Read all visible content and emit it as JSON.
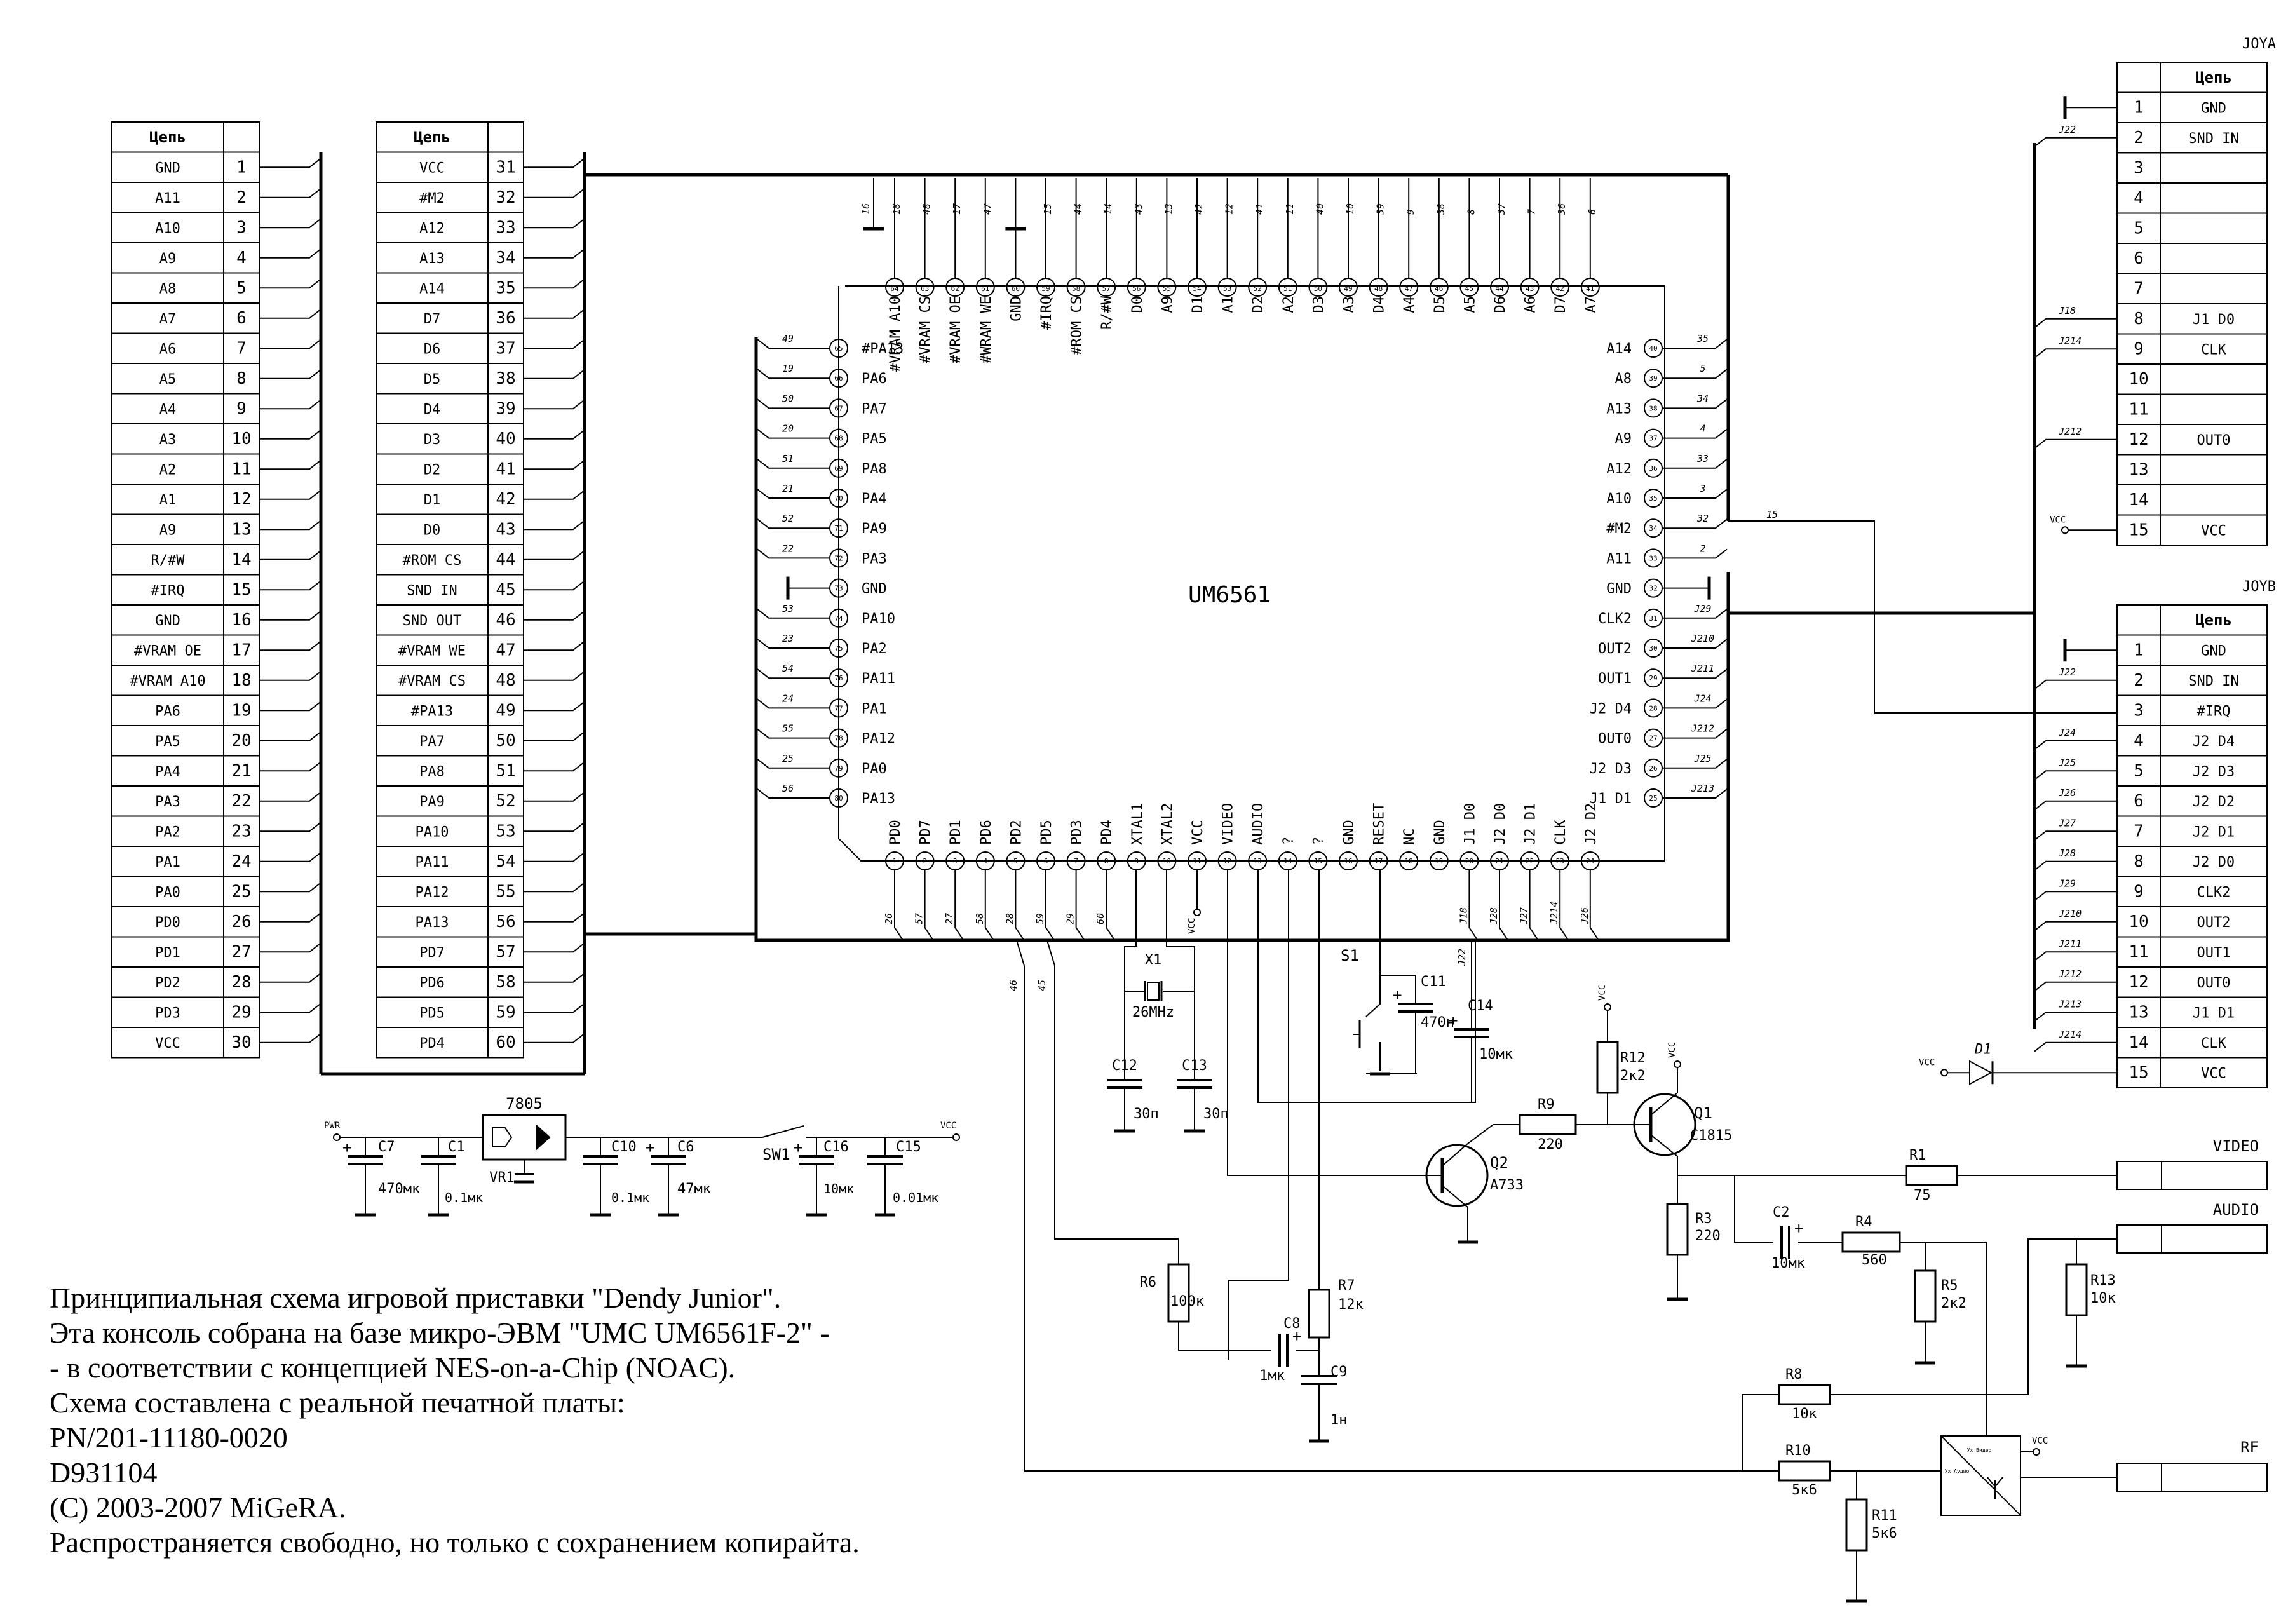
{
  "connector_left": {
    "header": "Цепь",
    "col1": [
      {
        "pin": "1",
        "net": "GND"
      },
      {
        "pin": "2",
        "net": "A11"
      },
      {
        "pin": "3",
        "net": "A10"
      },
      {
        "pin": "4",
        "net": "A9"
      },
      {
        "pin": "5",
        "net": "A8"
      },
      {
        "pin": "6",
        "net": "A7"
      },
      {
        "pin": "7",
        "net": "A6"
      },
      {
        "pin": "8",
        "net": "A5"
      },
      {
        "pin": "9",
        "net": "A4"
      },
      {
        "pin": "10",
        "net": "A3"
      },
      {
        "pin": "11",
        "net": "A2"
      },
      {
        "pin": "12",
        "net": "A1"
      },
      {
        "pin": "13",
        "net": "A9"
      },
      {
        "pin": "14",
        "net": "R/#W"
      },
      {
        "pin": "15",
        "net": "#IRQ"
      },
      {
        "pin": "16",
        "net": "GND"
      },
      {
        "pin": "17",
        "net": "#VRAM OE"
      },
      {
        "pin": "18",
        "net": "#VRAM A10"
      },
      {
        "pin": "19",
        "net": "PA6"
      },
      {
        "pin": "20",
        "net": "PA5"
      },
      {
        "pin": "21",
        "net": "PA4"
      },
      {
        "pin": "22",
        "net": "PA3"
      },
      {
        "pin": "23",
        "net": "PA2"
      },
      {
        "pin": "24",
        "net": "PA1"
      },
      {
        "pin": "25",
        "net": "PA0"
      },
      {
        "pin": "26",
        "net": "PD0"
      },
      {
        "pin": "27",
        "net": "PD1"
      },
      {
        "pin": "28",
        "net": "PD2"
      },
      {
        "pin": "29",
        "net": "PD3"
      },
      {
        "pin": "30",
        "net": "VCC"
      }
    ],
    "col2": [
      {
        "pin": "31",
        "net": "VCC"
      },
      {
        "pin": "32",
        "net": "#M2"
      },
      {
        "pin": "33",
        "net": "A12"
      },
      {
        "pin": "34",
        "net": "A13"
      },
      {
        "pin": "35",
        "net": "A14"
      },
      {
        "pin": "36",
        "net": "D7"
      },
      {
        "pin": "37",
        "net": "D6"
      },
      {
        "pin": "38",
        "net": "D5"
      },
      {
        "pin": "39",
        "net": "D4"
      },
      {
        "pin": "40",
        "net": "D3"
      },
      {
        "pin": "41",
        "net": "D2"
      },
      {
        "pin": "42",
        "net": "D1"
      },
      {
        "pin": "43",
        "net": "D0"
      },
      {
        "pin": "44",
        "net": "#ROM CS"
      },
      {
        "pin": "45",
        "net": "SND IN"
      },
      {
        "pin": "46",
        "net": "SND OUT"
      },
      {
        "pin": "47",
        "net": "#VRAM WE"
      },
      {
        "pin": "48",
        "net": "#VRAM CS"
      },
      {
        "pin": "49",
        "net": "#PA13"
      },
      {
        "pin": "50",
        "net": "PA7"
      },
      {
        "pin": "51",
        "net": "PA8"
      },
      {
        "pin": "52",
        "net": "PA9"
      },
      {
        "pin": "53",
        "net": "PA10"
      },
      {
        "pin": "54",
        "net": "PA11"
      },
      {
        "pin": "55",
        "net": "PA12"
      },
      {
        "pin": "56",
        "net": "PA13"
      },
      {
        "pin": "57",
        "net": "PD7"
      },
      {
        "pin": "58",
        "net": "PD6"
      },
      {
        "pin": "59",
        "net": "PD5"
      },
      {
        "pin": "60",
        "net": "PD4"
      }
    ]
  },
  "joya": {
    "title": "JOYA",
    "header": "Цепь",
    "rows": [
      {
        "pin": "1",
        "net": "GND"
      },
      {
        "pin": "2",
        "net": "SND IN"
      },
      {
        "pin": "3",
        "net": ""
      },
      {
        "pin": "4",
        "net": ""
      },
      {
        "pin": "5",
        "net": ""
      },
      {
        "pin": "6",
        "net": ""
      },
      {
        "pin": "7",
        "net": ""
      },
      {
        "pin": "8",
        "net": "J1 D0"
      },
      {
        "pin": "9",
        "net": "CLK"
      },
      {
        "pin": "10",
        "net": ""
      },
      {
        "pin": "11",
        "net": ""
      },
      {
        "pin": "12",
        "net": "OUT0"
      },
      {
        "pin": "13",
        "net": ""
      },
      {
        "pin": "14",
        "net": ""
      },
      {
        "pin": "15",
        "net": "VCC"
      }
    ],
    "wire_labels": [
      "J22",
      "J18",
      "J214",
      "J212",
      "VCC"
    ]
  },
  "joyb": {
    "title": "JOYB",
    "header": "Цепь",
    "rows": [
      {
        "pin": "1",
        "net": "GND"
      },
      {
        "pin": "2",
        "net": "SND IN"
      },
      {
        "pin": "3",
        "net": "#IRQ"
      },
      {
        "pin": "4",
        "net": "J2 D4"
      },
      {
        "pin": "5",
        "net": "J2 D3"
      },
      {
        "pin": "6",
        "net": "J2 D2"
      },
      {
        "pin": "7",
        "net": "J2 D1"
      },
      {
        "pin": "8",
        "net": "J2 D0"
      },
      {
        "pin": "9",
        "net": "CLK2"
      },
      {
        "pin": "10",
        "net": "OUT2"
      },
      {
        "pin": "11",
        "net": "OUT1"
      },
      {
        "pin": "12",
        "net": "OUT0"
      },
      {
        "pin": "13",
        "net": "J1 D1"
      },
      {
        "pin": "14",
        "net": "CLK"
      },
      {
        "pin": "15",
        "net": "VCC"
      }
    ],
    "wire_labels": [
      "J22",
      "J24",
      "J25",
      "J26",
      "J27",
      "J28",
      "J29",
      "J210",
      "J211",
      "J212",
      "J213",
      "J214"
    ]
  },
  "chip": {
    "name": "UM6561",
    "top": [
      {
        "pin": "64",
        "name": "#VRAM A10",
        "net": "18"
      },
      {
        "pin": "63",
        "name": "#VRAM CS",
        "net": "48"
      },
      {
        "pin": "62",
        "name": "#VRAM OE",
        "net": "17"
      },
      {
        "pin": "61",
        "name": "#WRAM WE",
        "net": "47"
      },
      {
        "pin": "60",
        "name": "GND",
        "net": ""
      },
      {
        "pin": "59",
        "name": "#IRQ",
        "net": "15"
      },
      {
        "pin": "58",
        "name": "#ROM CS",
        "net": "44"
      },
      {
        "pin": "57",
        "name": "R/#W",
        "net": "14"
      },
      {
        "pin": "56",
        "name": "D0",
        "net": "43"
      },
      {
        "pin": "55",
        "name": "A9",
        "net": "13"
      },
      {
        "pin": "54",
        "name": "D1",
        "net": "42"
      },
      {
        "pin": "53",
        "name": "A1",
        "net": "12"
      },
      {
        "pin": "52",
        "name": "D2",
        "net": "41"
      },
      {
        "pin": "51",
        "name": "A2",
        "net": "11"
      },
      {
        "pin": "50",
        "name": "D3",
        "net": "40"
      },
      {
        "pin": "49",
        "name": "A3",
        "net": "10"
      },
      {
        "pin": "48",
        "name": "D4",
        "net": "39"
      },
      {
        "pin": "47",
        "name": "A4",
        "net": "9"
      },
      {
        "pin": "46",
        "name": "D5",
        "net": "38"
      },
      {
        "pin": "45",
        "name": "A5",
        "net": "8"
      },
      {
        "pin": "44",
        "name": "D6",
        "net": "37"
      },
      {
        "pin": "43",
        "name": "A6",
        "net": "7"
      },
      {
        "pin": "42",
        "name": "D7",
        "net": "36"
      },
      {
        "pin": "41",
        "name": "A7",
        "net": "6"
      }
    ],
    "top_extra_net": "16",
    "left": [
      {
        "pin": "65",
        "name": "#PA13",
        "net": "49"
      },
      {
        "pin": "66",
        "name": "PA6",
        "net": "19"
      },
      {
        "pin": "67",
        "name": "PA7",
        "net": "50"
      },
      {
        "pin": "68",
        "name": "PA5",
        "net": "20"
      },
      {
        "pin": "69",
        "name": "PA8",
        "net": "51"
      },
      {
        "pin": "70",
        "name": "PA4",
        "net": "21"
      },
      {
        "pin": "71",
        "name": "PA9",
        "net": "52"
      },
      {
        "pin": "72",
        "name": "PA3",
        "net": "22"
      },
      {
        "pin": "73",
        "name": "GND",
        "net": ""
      },
      {
        "pin": "74",
        "name": "PA10",
        "net": "53"
      },
      {
        "pin": "75",
        "name": "PA2",
        "net": "23"
      },
      {
        "pin": "76",
        "name": "PA11",
        "net": "54"
      },
      {
        "pin": "77",
        "name": "PA1",
        "net": "24"
      },
      {
        "pin": "78",
        "name": "PA12",
        "net": "55"
      },
      {
        "pin": "79",
        "name": "PA0",
        "net": "25"
      },
      {
        "pin": "80",
        "name": "PA13",
        "net": "56"
      }
    ],
    "right": [
      {
        "pin": "40",
        "name": "A14",
        "net": "35"
      },
      {
        "pin": "39",
        "name": "A8",
        "net": "5"
      },
      {
        "pin": "38",
        "name": "A13",
        "net": "34"
      },
      {
        "pin": "37",
        "name": "A9",
        "net": "4"
      },
      {
        "pin": "36",
        "name": "A12",
        "net": "33"
      },
      {
        "pin": "35",
        "name": "A10",
        "net": "3"
      },
      {
        "pin": "34",
        "name": "#M2",
        "net": "32"
      },
      {
        "pin": "33",
        "name": "A11",
        "net": "2"
      },
      {
        "pin": "32",
        "name": "GND",
        "net": ""
      },
      {
        "pin": "31",
        "name": "CLK2",
        "net": "J29"
      },
      {
        "pin": "30",
        "name": "OUT2",
        "net": "J210"
      },
      {
        "pin": "29",
        "name": "OUT1",
        "net": "J211"
      },
      {
        "pin": "28",
        "name": "J2 D4",
        "net": "J24"
      },
      {
        "pin": "27",
        "name": "OUT0",
        "net": "J212"
      },
      {
        "pin": "26",
        "name": "J2 D3",
        "net": "J25"
      },
      {
        "pin": "25",
        "name": "J1 D1",
        "net": "J213"
      }
    ],
    "bottom": [
      {
        "pin": "1",
        "name": "PD0",
        "net": "26"
      },
      {
        "pin": "2",
        "name": "PD7",
        "net": "57"
      },
      {
        "pin": "3",
        "name": "PD1",
        "net": "27"
      },
      {
        "pin": "4",
        "name": "PD6",
        "net": "58"
      },
      {
        "pin": "5",
        "name": "PD2",
        "net": "28"
      },
      {
        "pin": "6",
        "name": "PD5",
        "net": "59"
      },
      {
        "pin": "7",
        "name": "PD3",
        "net": "29"
      },
      {
        "pin": "8",
        "name": "PD4",
        "net": "60"
      },
      {
        "pin": "9",
        "name": "XTAL1",
        "net": ""
      },
      {
        "pin": "10",
        "name": "XTAL2",
        "net": ""
      },
      {
        "pin": "11",
        "name": "VCC",
        "net": ""
      },
      {
        "pin": "12",
        "name": "VIDEO",
        "net": ""
      },
      {
        "pin": "13",
        "name": "AUDIO",
        "net": ""
      },
      {
        "pin": "14",
        "name": "?",
        "net": ""
      },
      {
        "pin": "15",
        "name": "?",
        "net": ""
      },
      {
        "pin": "16",
        "name": "GND",
        "net": ""
      },
      {
        "pin": "17",
        "name": "RESET",
        "net": ""
      },
      {
        "pin": "18",
        "name": "NC",
        "net": ""
      },
      {
        "pin": "19",
        "name": "GND",
        "net": ""
      },
      {
        "pin": "20",
        "name": "J1 D0",
        "net": "J18"
      },
      {
        "pin": "21",
        "name": "J2 D0",
        "net": "J28"
      },
      {
        "pin": "22",
        "name": "J2 D1",
        "net": "J27"
      },
      {
        "pin": "23",
        "name": "CLK",
        "net": "J214"
      },
      {
        "pin": "24",
        "name": "J2 D2",
        "net": "J26"
      }
    ],
    "right_extra_net": "15",
    "bottom_extra_labels": [
      "46",
      "45",
      "VCC",
      "J22"
    ]
  },
  "components": {
    "x1": {
      "ref": "X1",
      "value": "26MHz"
    },
    "c12": {
      "ref": "C12",
      "value": "30п"
    },
    "c13": {
      "ref": "C13",
      "value": "30п"
    },
    "s1": {
      "ref": "S1"
    },
    "c11": {
      "ref": "C11",
      "value": "470н"
    },
    "c14": {
      "ref": "C14",
      "value": "10мк"
    },
    "r12": {
      "ref": "R12",
      "value": "2к2"
    },
    "q1": {
      "ref": "Q1",
      "value": "C1815"
    },
    "r9": {
      "ref": "R9",
      "value": "220"
    },
    "q2": {
      "ref": "Q2",
      "value": "A733"
    },
    "r3": {
      "ref": "R3",
      "value": "220"
    },
    "r1": {
      "ref": "R1",
      "value": "75"
    },
    "c2": {
      "ref": "C2",
      "value": "10мк"
    },
    "r4": {
      "ref": "R4",
      "value": "560"
    },
    "r5": {
      "ref": "R5",
      "value": "2к2"
    },
    "r13": {
      "ref": "R13",
      "value": "10к"
    },
    "r6": {
      "ref": "R6",
      "value": "100к"
    },
    "c8": {
      "ref": "C8",
      "value": "1мк"
    },
    "r7": {
      "ref": "R7",
      "value": "12к"
    },
    "c9": {
      "ref": "C9",
      "value": "1н"
    },
    "r8": {
      "ref": "R8",
      "value": "10к"
    },
    "r10": {
      "ref": "R10",
      "value": "5к6"
    },
    "r11": {
      "ref": "R11",
      "value": "5к6"
    },
    "d1": {
      "ref": "D1"
    },
    "vr1": {
      "ref": "VR1",
      "type": "7805"
    },
    "c7": {
      "ref": "C7",
      "value": "470мк"
    },
    "c1": {
      "ref": "C1",
      "value": "0.1мк"
    },
    "c10": {
      "ref": "C10",
      "value": "0.1мк"
    },
    "c6": {
      "ref": "C6",
      "value": "47мк"
    },
    "sw1": {
      "ref": "SW1"
    },
    "c16": {
      "ref": "C16",
      "value": "10мк"
    },
    "c15": {
      "ref": "C15",
      "value": "0.01мк"
    },
    "pwr": "PWR",
    "vcc": "VCC",
    "modulator_labels": [
      "Ух Видео",
      "Ух Аудио"
    ]
  },
  "outputs": {
    "video": "VIDEO",
    "audio": "AUDIO",
    "rf": "RF"
  },
  "notes": [
    "Принципиальная схема игровой приставки \"Dendy Junior\".",
    "Эта консоль собрана на базе микро-ЭВМ \"UMC UM6561F-2\" -",
    "- в соответствии с концепцией NES-on-a-Chip (NOAC).",
    "Схема составлена с реальной печатной платы:",
    "PN/201-11180-0020",
    "D931104",
    "(C) 2003-2007 MiGeRA.",
    "Распространяется свободно, но только с сохранением копирайта."
  ]
}
